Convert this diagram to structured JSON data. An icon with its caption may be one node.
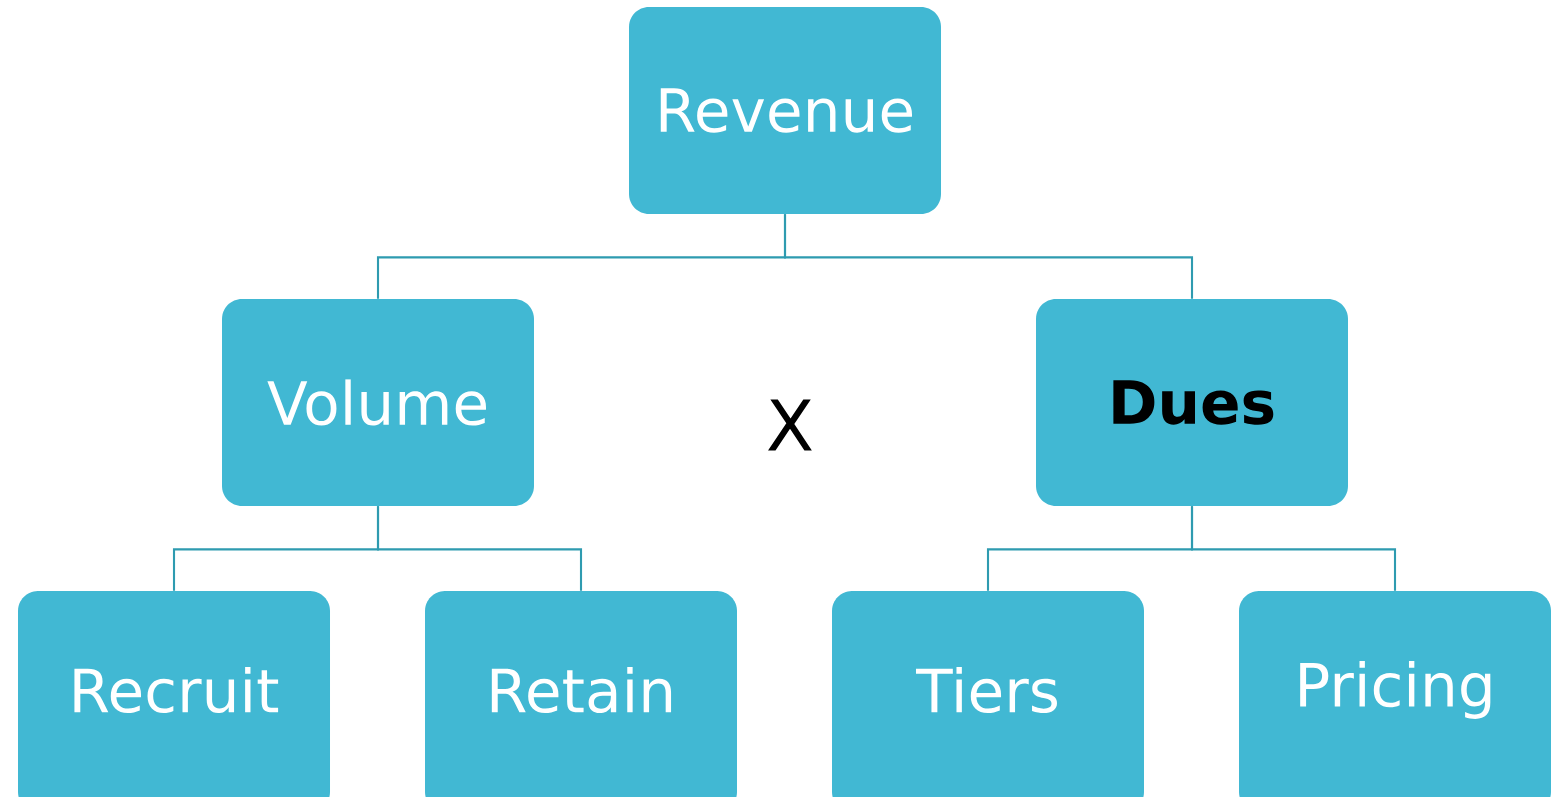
{
  "diagram": {
    "nodes": [
      {
        "text": [
          "Revenue"
        ]
      },
      {
        "text": [
          "Volume"
        ]
      },
      {
        "text": [
          "Dues"
        ]
      },
      {
        "text": [
          "Recruit"
        ]
      },
      {
        "text": [
          "Retain"
        ]
      },
      {
        "text": [
          "Tiers"
        ]
      },
      {
        "text": [
          "Pricing"
        ]
      }
    ],
    "edges": [
      {
        "from": 0,
        "to": 1,
        "arrow": "none"
      },
      {
        "from": 0,
        "to": 2,
        "arrow": "none"
      },
      {
        "from": 1,
        "to": 3,
        "arrow": "none"
      },
      {
        "from": 1,
        "to": 4,
        "arrow": "none"
      },
      {
        "from": 2,
        "to": 5,
        "arrow": "none"
      },
      {
        "from": 2,
        "to": 6,
        "arrow": "none"
      }
    ],
    "labels": [
      "X"
    ]
  }
}
